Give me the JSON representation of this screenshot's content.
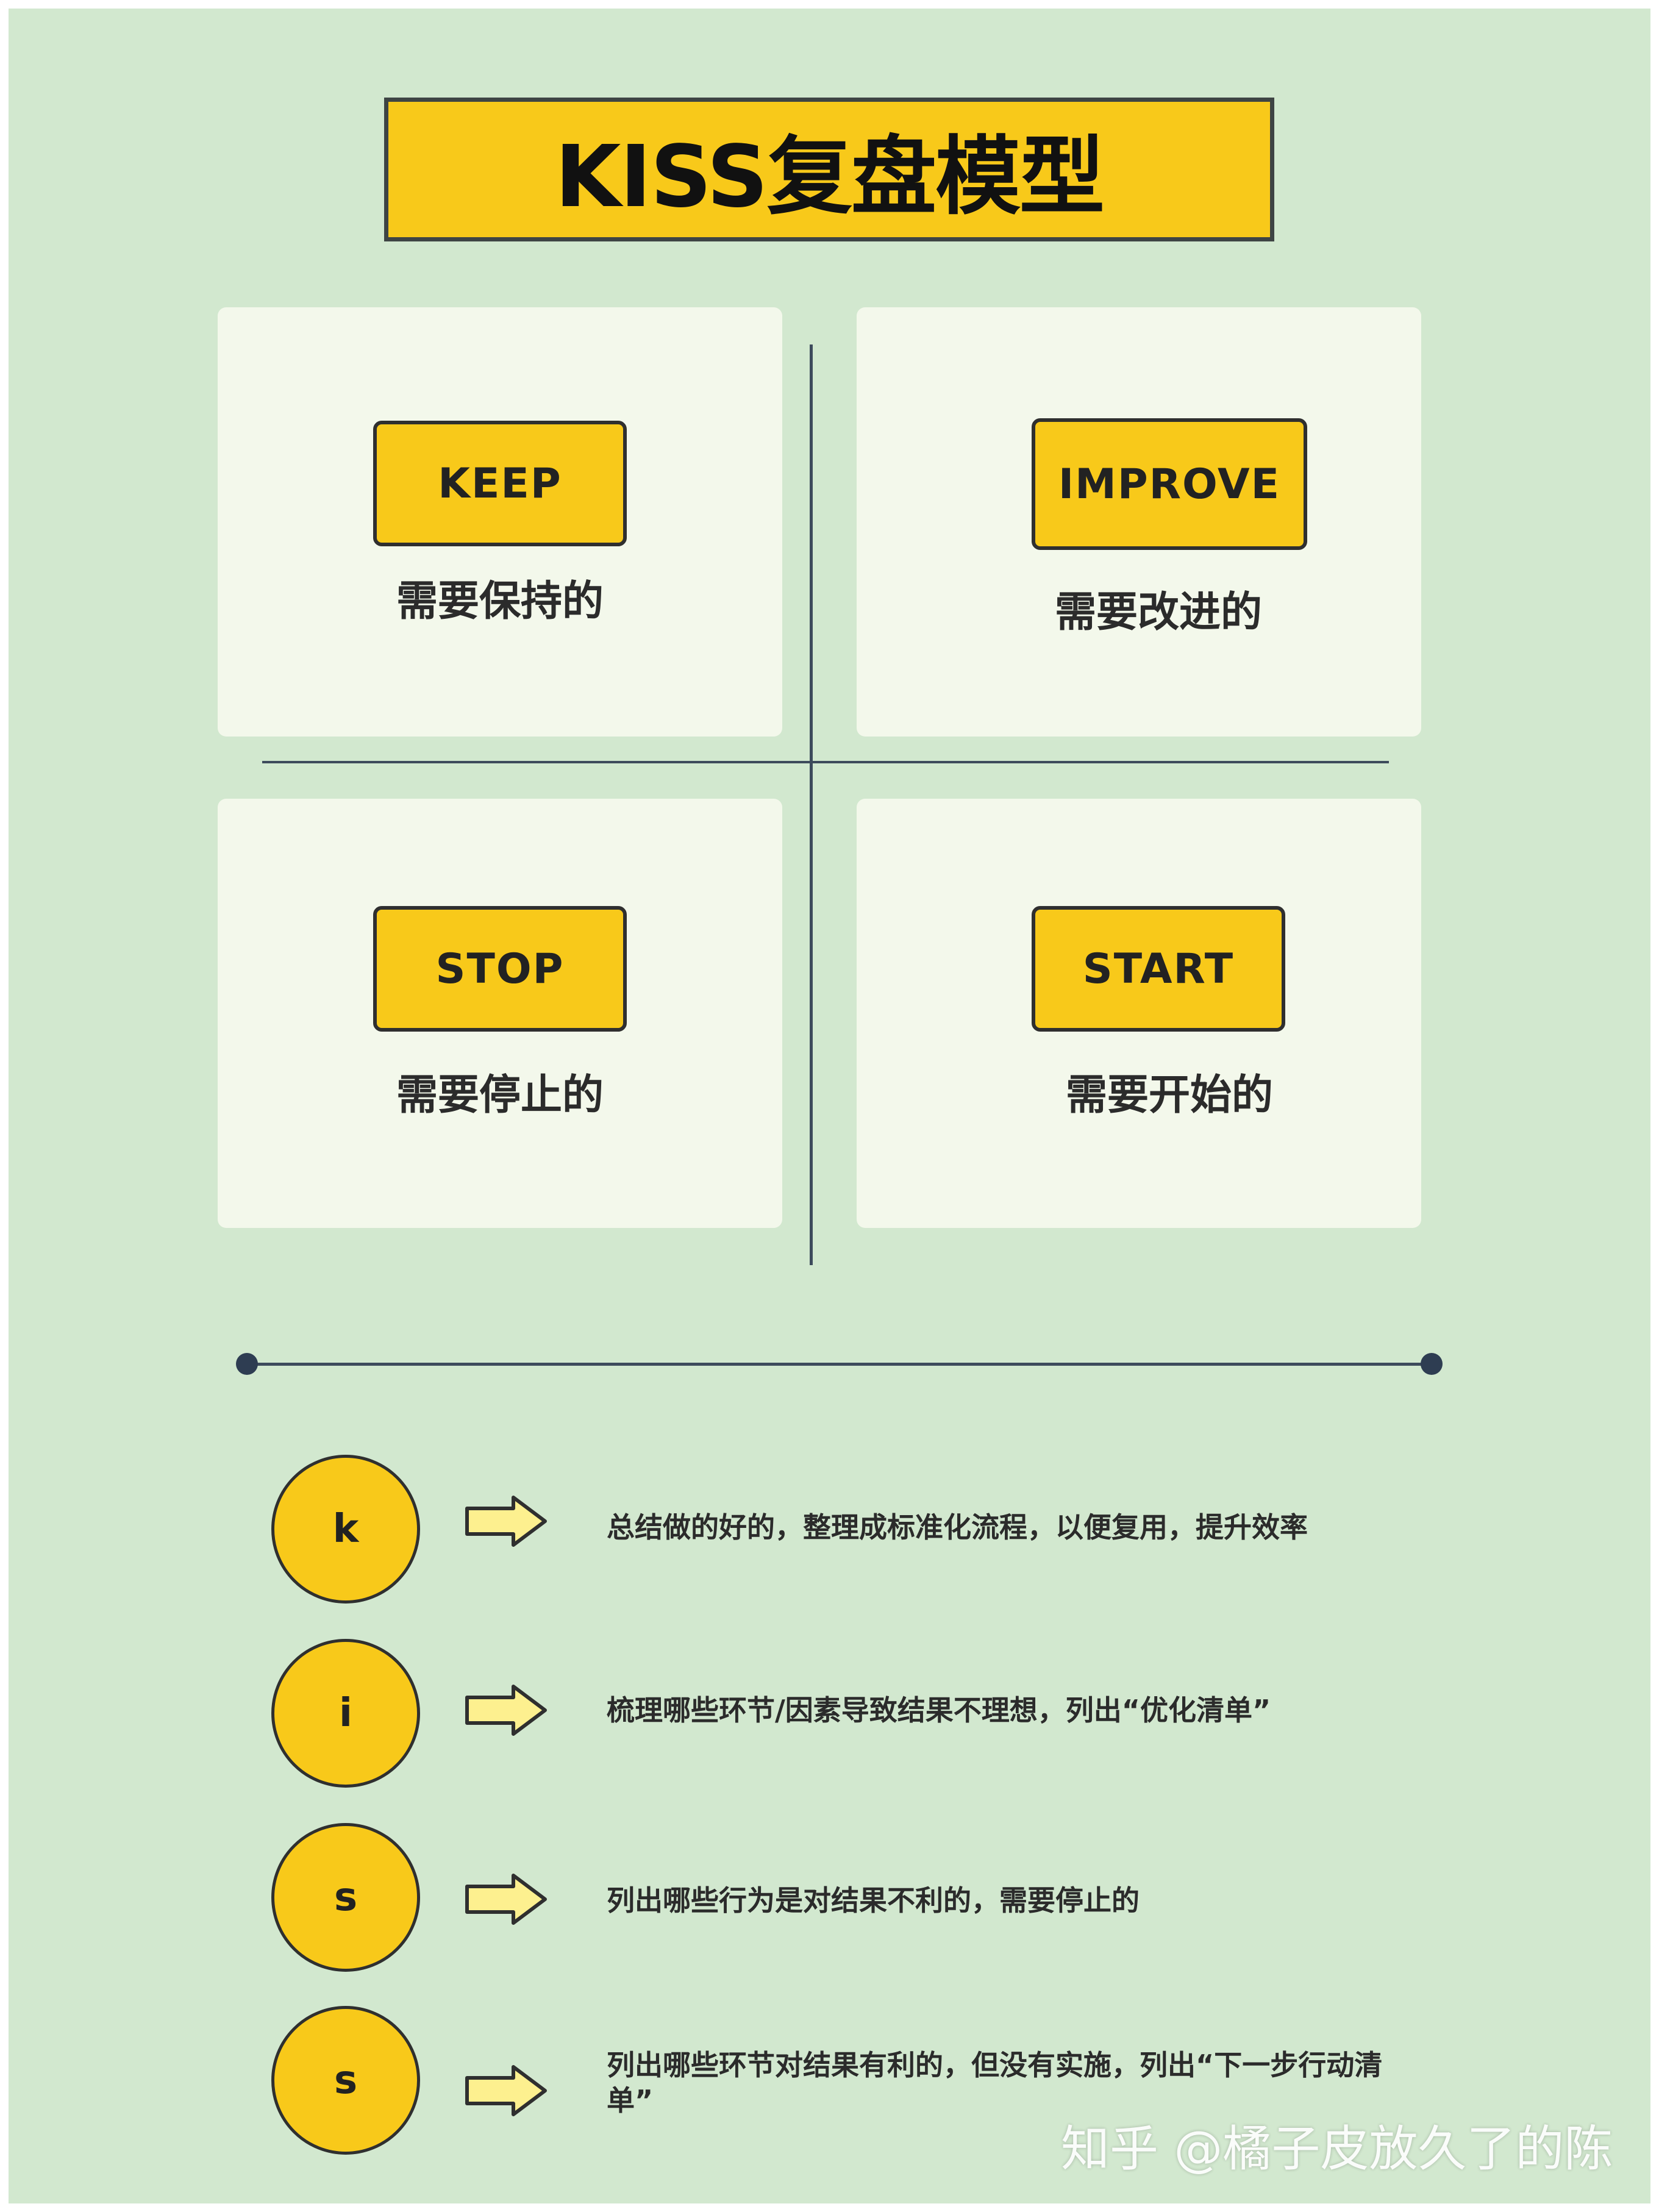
{
  "title": "KISS复盘模型",
  "quadrants": [
    {
      "tag": "KEEP",
      "label": "需要保持的"
    },
    {
      "tag": "IMPROVE",
      "label": "需要改进的"
    },
    {
      "tag": "STOP",
      "label": "需要停止的"
    },
    {
      "tag": "START",
      "label": "需要开始的"
    }
  ],
  "rows": [
    {
      "letter": "k",
      "text": "总结做的好的，整理成标准化流程，以便复用，提升效率"
    },
    {
      "letter": "i",
      "text": "梳理哪些环节/因素导致结果不理想，列出“优化清单”"
    },
    {
      "letter": "s",
      "text": "列出哪些行为是对结果不利的，需要停止的"
    },
    {
      "letter": "s",
      "text": "列出哪些环节对结果有利的，但没有实施，列出“下一步行动清单”"
    }
  ],
  "watermark": "知乎 @橘子皮放久了的陈",
  "icons": {
    "arrow": "right-arrow-icon",
    "bullet": "circle-letter-icon"
  },
  "colors": {
    "background": "#d2e8cf",
    "card": "#f3f8eb",
    "accent_yellow": "#f8c91a",
    "line": "#3d4b5c",
    "arrow_fill": "#fdf08f"
  }
}
